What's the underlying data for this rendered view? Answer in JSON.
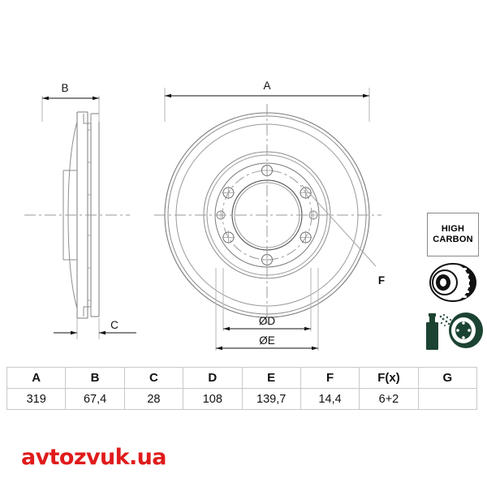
{
  "product": {
    "type": "brake-disc-technical-drawing",
    "views": {
      "side_view": {
        "name": "cross-section side view"
      },
      "front_view": {
        "name": "front face view"
      }
    }
  },
  "dimensions": {
    "A": {
      "label": "A",
      "description": "outer diameter"
    },
    "B": {
      "label": "B",
      "description": "overall height"
    },
    "C": {
      "label": "C",
      "description": "disc thickness"
    },
    "D": {
      "label": "ØD",
      "description": "centering diameter"
    },
    "E": {
      "label": "ØE",
      "description": "bolt circle diameter"
    },
    "F": {
      "label": "F",
      "description": "bolt hole diameter"
    }
  },
  "badges": {
    "high_carbon": {
      "line1": "HIGH",
      "line2": "CARBON"
    },
    "icons": [
      {
        "name": "vented-disc-icon",
        "color": "#1a1a1a"
      },
      {
        "name": "coated-disc-icon",
        "color": "#1b4332"
      },
      {
        "name": "spray-can-icon",
        "color": "#1b4332"
      }
    ]
  },
  "spec_table": {
    "headers": [
      "A",
      "B",
      "C",
      "D",
      "E",
      "F",
      "F(x)",
      "G"
    ],
    "rows": [
      [
        "319",
        "67,4",
        "28",
        "108",
        "139,7",
        "14,4",
        "6+2",
        ""
      ]
    ]
  },
  "watermark": {
    "text": "avtozvuk.ua",
    "color": "#e01b1b"
  },
  "colors": {
    "line": "#6e6e6e",
    "line_dark": "#3c3c3c",
    "centerline": "#8a8a8a",
    "table_border": "#c9c9c9",
    "accent_green": "#1b4332",
    "watermark_red": "#e01b1b"
  }
}
